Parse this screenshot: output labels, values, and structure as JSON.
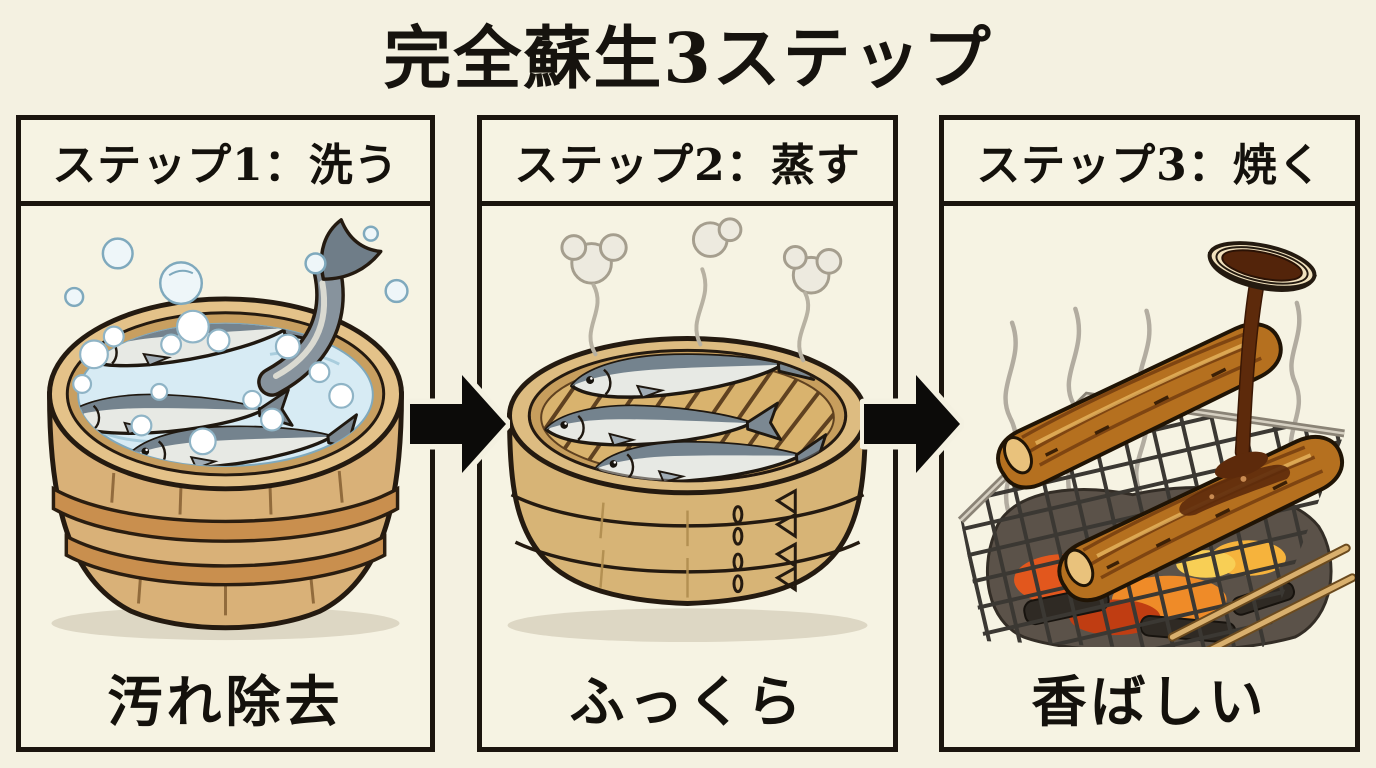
{
  "page": {
    "title": "完全蘇生3ステップ",
    "background_color": "#f4f1e1",
    "border_color": "#1b150e",
    "arrow_color": "#0c0b09"
  },
  "steps": [
    {
      "number": "1",
      "header": "ステップ1：洗う",
      "caption": "汚れ除去",
      "illustration": "fish-washing-in-wooden-tub",
      "colors": {
        "wood": "#d9b178",
        "water": "#d7ebf4",
        "fish": "#74838e",
        "foam": "#ffffff"
      }
    },
    {
      "number": "2",
      "header": "ステップ2：蒸す",
      "caption": "ふっくら",
      "illustration": "fish-in-bamboo-steamer-with-steam",
      "colors": {
        "bamboo": "#ddbc81",
        "steam": "#edeadf",
        "fish": "#74838e"
      }
    },
    {
      "number": "3",
      "header": "ステップ3：焼く",
      "caption": "香ばしい",
      "illustration": "eel-grilling-over-charcoal-with-sauce",
      "colors": {
        "eel": "#b5701f",
        "ember": "#ef8b28",
        "sauce": "#5d2a0b",
        "grill": "#3b3833"
      }
    }
  ],
  "arrows": [
    {
      "icon": "right-arrow"
    },
    {
      "icon": "right-arrow"
    }
  ]
}
